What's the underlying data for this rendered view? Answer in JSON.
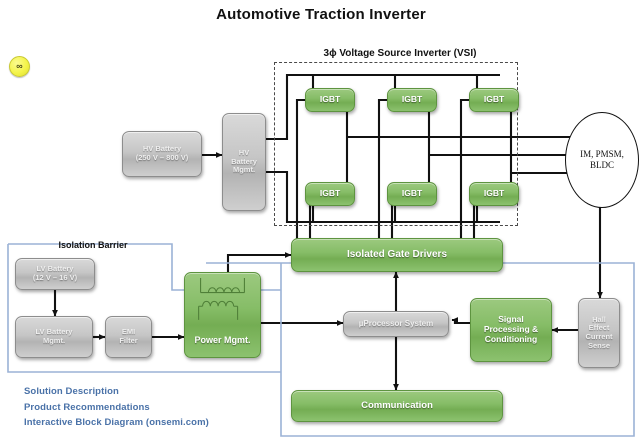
{
  "page": {
    "title": "Automotive Traction Inverter",
    "logo_icon": "onsemi-logo-icon"
  },
  "sections": {
    "vsi_title": "3ϕ Voltage Source Inverter (VSI)",
    "isolation_title": "Isolation Barrier"
  },
  "blocks": {
    "hv_battery": "HV Battery\n(250 V – 800 V)",
    "hv_battery_l1": "HV Battery",
    "hv_battery_l2": "(250 V – 800 V)",
    "hv_battery_mgmt_l1": "HV",
    "hv_battery_mgmt_l2": "Battery",
    "hv_battery_mgmt_l3": "Mgmt.",
    "igbt": "IGBT",
    "igbt_top_1": "IGBT",
    "igbt_top_2": "IGBT",
    "igbt_top_3": "IGBT",
    "igbt_bot_1": "IGBT",
    "igbt_bot_2": "IGBT",
    "igbt_bot_3": "IGBT",
    "motor_l1": "IM, PMSM,",
    "motor_l2": "BLDC",
    "isolated_gate_drivers": "Isolated Gate Drivers",
    "power_mgmt": "Power Mgmt.",
    "uprocessor": "µProcessor System",
    "signal_processing_l1": "Signal",
    "signal_processing_l2": "Processing &",
    "signal_processing_l3": "Conditioning",
    "hall_l1": "Hall",
    "hall_l2": "Effect",
    "hall_l3": "Current",
    "hall_l4": "Sense",
    "communication": "Communication",
    "lv_battery_l1": "LV Battery",
    "lv_battery_l2": "(12 V – 16 V)",
    "lv_battery_mgmt_l1": "LV Battery",
    "lv_battery_mgmt_l2": "Mgmt.",
    "emi_filter_l1": "EMI",
    "emi_filter_l2": "Filter"
  },
  "links": [
    {
      "label": "Solution Description"
    },
    {
      "label": "Product Recommendations"
    },
    {
      "label": "Interactive Block Diagram (onsemi.com)"
    }
  ],
  "colors": {
    "green_block": "#86bd67",
    "green_border": "#5e9440",
    "grey_block": "#c6c6c6",
    "grey_border": "#8d8d8d",
    "wire": "#111111",
    "isolation_outline": "#9bb2d6",
    "link_text": "#4a72a8",
    "logo": "#f4f44a"
  }
}
